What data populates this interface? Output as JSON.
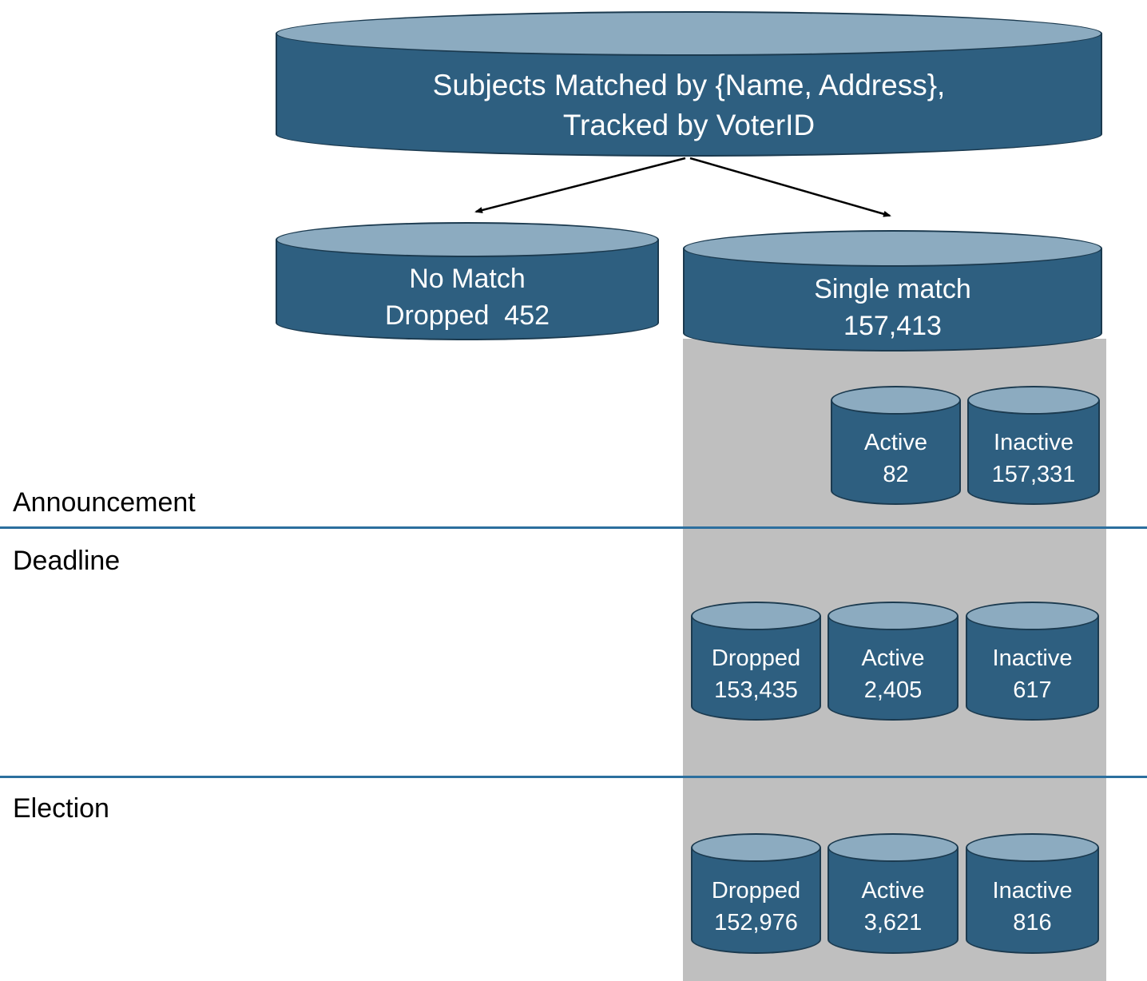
{
  "diagram": {
    "root": {
      "line1": "Subjects Matched by {Name, Address},",
      "line2": "Tracked by VoterID"
    },
    "branches": {
      "no_match": {
        "line1": "No Match",
        "line2": "Dropped  452"
      },
      "single_match": {
        "line1": "Single match",
        "line2": "157,413"
      }
    },
    "phases": [
      {
        "name": "Announcement",
        "cylinders": [
          {
            "label": "Active",
            "value": "82"
          },
          {
            "label": "Inactive",
            "value": "157,331"
          }
        ]
      },
      {
        "name": "Deadline",
        "cylinders": [
          {
            "label": "Dropped",
            "value": "153,435"
          },
          {
            "label": "Active",
            "value": "2,405"
          },
          {
            "label": "Inactive",
            "value": "617"
          }
        ]
      },
      {
        "name": "Election",
        "cylinders": [
          {
            "label": "Dropped",
            "value": "152,976"
          },
          {
            "label": "Active",
            "value": "3,621"
          },
          {
            "label": "Inactive",
            "value": "816"
          }
        ]
      }
    ],
    "colors": {
      "cylinder_body": "#2E5F80",
      "cylinder_top": "#8CABC0",
      "outline": "#1B3A4F",
      "band": "#BFBFBF",
      "divider": "#2C6F9E",
      "arrow": "#000000"
    }
  }
}
